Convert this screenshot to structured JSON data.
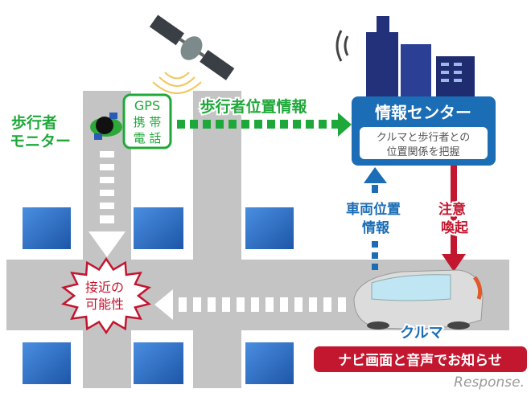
{
  "pedestrian_monitor": {
    "line1": "歩行者",
    "line2": "モニター"
  },
  "gps_phone": {
    "line1": "GPS",
    "line2": "携 帯",
    "line3": "電 話"
  },
  "pedestrian_location_label": "歩行者位置情報",
  "info_center": {
    "title": "情報センター",
    "desc_line1": "クルマと歩行者との",
    "desc_line2": "位置関係を把握"
  },
  "vehicle_location_label": {
    "line1": "車両位置",
    "line2": "情報"
  },
  "alert_label": {
    "line1": "注意",
    "line2": "喚起"
  },
  "danger_label": {
    "line1": "接近の",
    "line2": "可能性"
  },
  "car_label": "クルマ",
  "navi_banner": "ナビ画面と音声でお知らせ",
  "watermark": "Response.",
  "colors": {
    "green": "#1fa83a",
    "blue": "#1b6db5",
    "navy": "#23307a",
    "red": "#c3162f",
    "road": "#c4c4c4",
    "block": "#2f6fc6"
  }
}
